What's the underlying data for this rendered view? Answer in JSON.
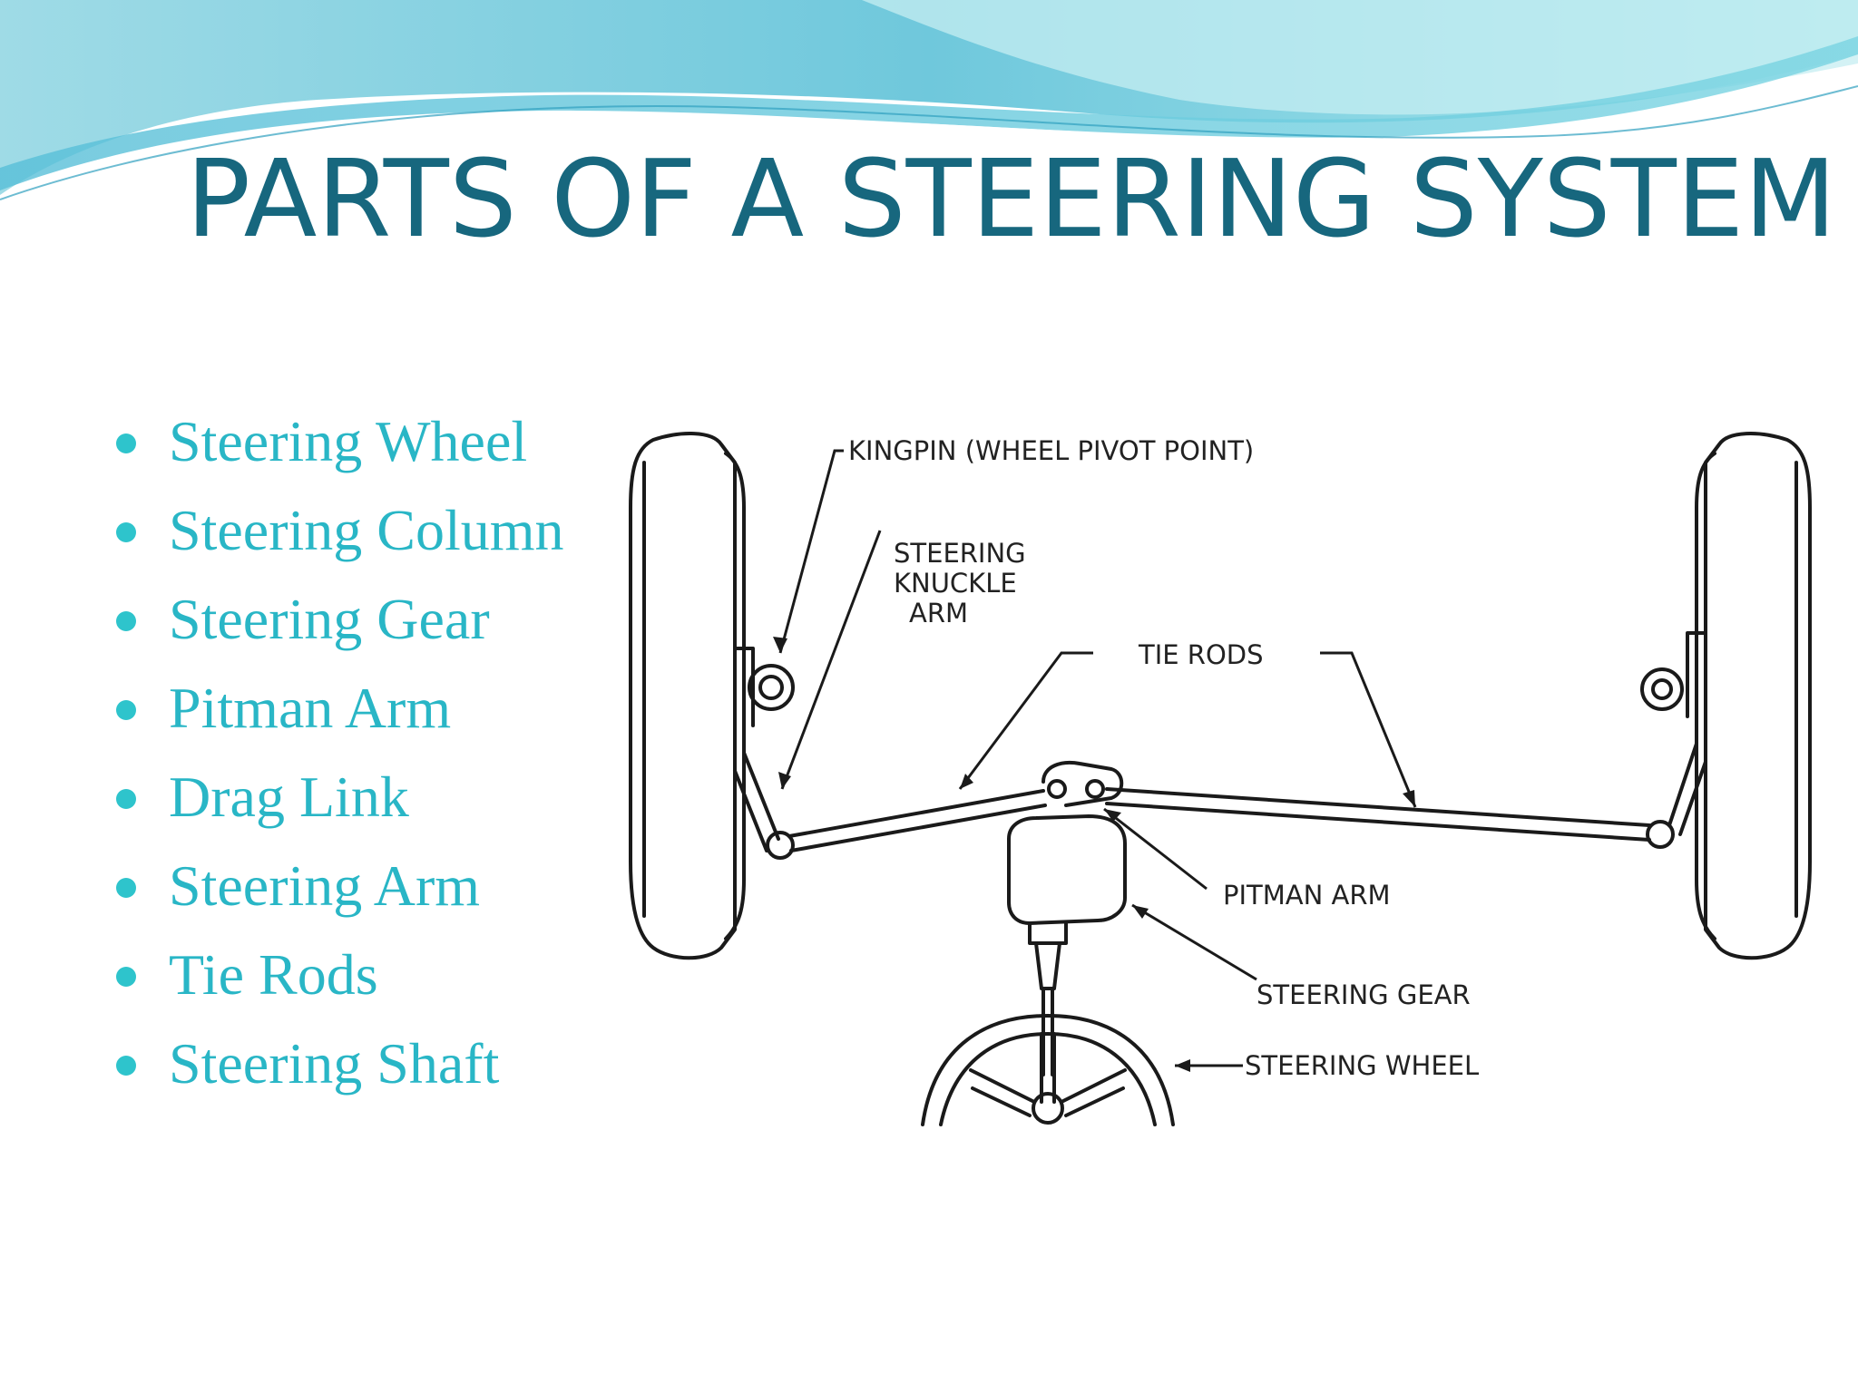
{
  "slide": {
    "title": "PARTS OF A STEERING SYSTEM",
    "bullets": [
      {
        "label": "Steering Wheel"
      },
      {
        "label": "Steering Column"
      },
      {
        "label": "Steering Gear"
      },
      {
        "label": "Pitman Arm"
      },
      {
        "label": "Drag Link"
      },
      {
        "label": "Steering Arm"
      },
      {
        "label": "Tie Rods"
      },
      {
        "label": "Steering Shaft"
      }
    ]
  },
  "diagram": {
    "labels": {
      "kingpin": "KINGPIN (WHEEL PIVOT POINT)",
      "knuckle_line1": "STEERING",
      "knuckle_line2": "KNUCKLE",
      "knuckle_line3": "ARM",
      "tie_rods": "TIE RODS",
      "pitman_arm": "PITMAN ARM",
      "steering_gear": "STEERING GEAR",
      "steering_wheel": "STEERING WHEEL"
    }
  },
  "colors": {
    "title": "#17677e",
    "bullet_text": "#29b6c6",
    "bullet_dot": "#2ec4cc",
    "wave_light": "#b9eaf0",
    "wave_mid": "#7fd3e0",
    "wave_dark": "#3fb5cf"
  }
}
